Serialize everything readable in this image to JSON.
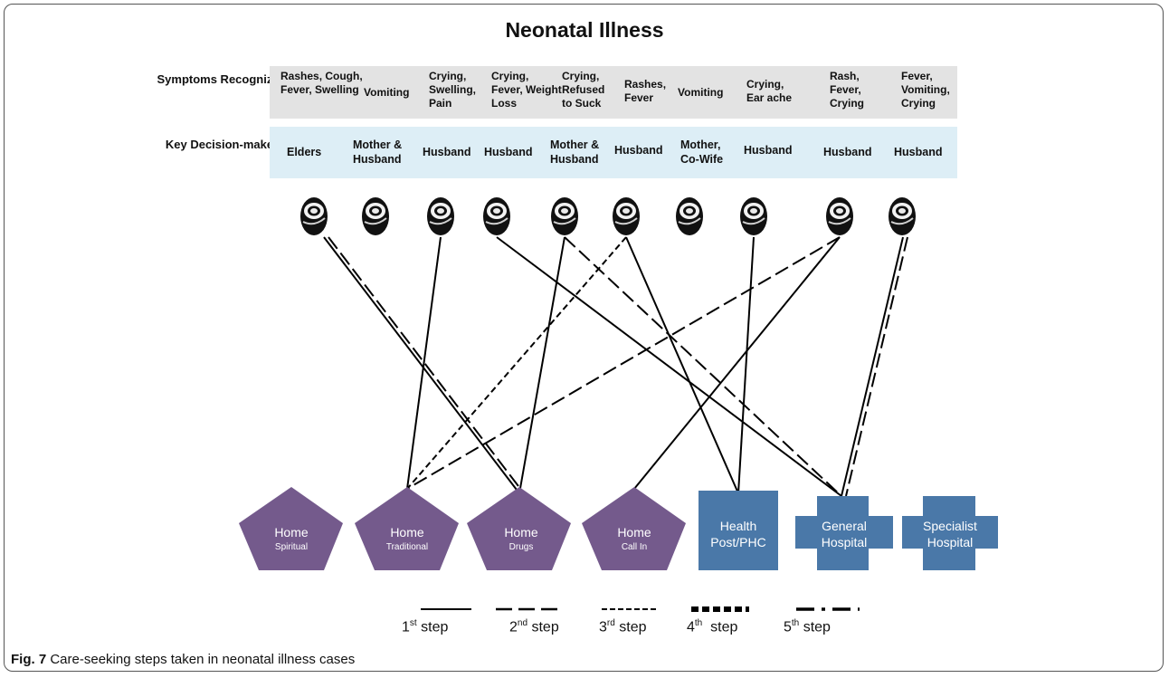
{
  "title": "Neonatal Illness",
  "row_labels": {
    "symptoms": "Symptoms Recognized",
    "decision": "Key Decision-maker"
  },
  "cases": [
    {
      "symptoms": "Rashes, Cough, Fever, Swelling",
      "decision_maker": "Elders"
    },
    {
      "symptoms": "Vomiting",
      "decision_maker": "Mother & Husband"
    },
    {
      "symptoms": "Crying, Swelling, Pain",
      "decision_maker": "Husband"
    },
    {
      "symptoms": "Crying, Fever, Weight Loss",
      "decision_maker": "Husband"
    },
    {
      "symptoms": "Crying, Refused to Suck",
      "decision_maker": "Mother & Husband"
    },
    {
      "symptoms": "Rashes, Fever",
      "decision_maker": "Husband"
    },
    {
      "symptoms": "Vomiting",
      "decision_maker": "Mother, Co-Wife"
    },
    {
      "symptoms": "Crying, Ear ache",
      "decision_maker": "Husband"
    },
    {
      "symptoms": "Rash, Fever, Crying",
      "decision_maker": "Husband"
    },
    {
      "symptoms": "Fever, Vomiting, Crying",
      "decision_maker": "Husband"
    }
  ],
  "destinations": [
    {
      "id": "home-spiritual",
      "line1": "Home",
      "line2": "Spiritual",
      "shape": "pentagon"
    },
    {
      "id": "home-traditional",
      "line1": "Home",
      "line2": "Traditional",
      "shape": "pentagon"
    },
    {
      "id": "home-drugs",
      "line1": "Home",
      "line2": "Drugs",
      "shape": "pentagon"
    },
    {
      "id": "home-call-in",
      "line1": "Home",
      "line2": "Call In",
      "shape": "pentagon"
    },
    {
      "id": "health-post",
      "line1": "Health",
      "line2": "Post/PHC",
      "shape": "square"
    },
    {
      "id": "general-hospital",
      "line1": "General",
      "line2": "Hospital",
      "shape": "cross"
    },
    {
      "id": "specialist-hospital",
      "line1": "Specialist",
      "line2": "Hospital",
      "shape": "cross"
    }
  ],
  "colors": {
    "home": "#745a8c",
    "facility": "#4a78a8",
    "symptom_band": "#e3e3e3",
    "decision_band": "#ddeef6",
    "line": "#000000"
  },
  "steps": [
    {
      "label": "1",
      "sup": "st",
      "word": "step",
      "style": "solid"
    },
    {
      "label": "2",
      "sup": "nd",
      "word": "step",
      "style": "long-dash"
    },
    {
      "label": "3",
      "sup": "rd",
      "word": "step",
      "style": "short-dash"
    },
    {
      "label": "4",
      "sup": "th",
      "word": "step",
      "style": "square-dot"
    },
    {
      "label": "5",
      "sup": "th",
      "word": "step",
      "style": "dash-dot"
    }
  ],
  "paths": [
    {
      "from_case": 1,
      "to": "home-drugs",
      "step": 1
    },
    {
      "from_case": 1,
      "to": "home-drugs",
      "step": 2
    },
    {
      "from_case": 3,
      "to": "home-traditional",
      "step": 1
    },
    {
      "from_case": 4,
      "to": "general-hospital",
      "step": 1
    },
    {
      "from_case": 5,
      "to": "home-drugs",
      "step": 1
    },
    {
      "from_case": 5,
      "to": "general-hospital",
      "step": 2
    },
    {
      "from_case": 6,
      "to": "home-traditional",
      "step": 3
    },
    {
      "from_case": 6,
      "to": "health-post",
      "step": 1
    },
    {
      "from_case": 8,
      "to": "health-post",
      "step": 1
    },
    {
      "from_case": 9,
      "to": "home-call-in",
      "step": 1
    },
    {
      "from_case": 9,
      "to": "home-traditional",
      "step": 2
    },
    {
      "from_case": 10,
      "to": "general-hospital",
      "step": 1
    },
    {
      "from_case": 10,
      "to": "general-hospital",
      "step": 2
    }
  ],
  "caption": {
    "label": "Fig. 7",
    "text": "Care-seeking steps taken in neonatal illness cases"
  }
}
